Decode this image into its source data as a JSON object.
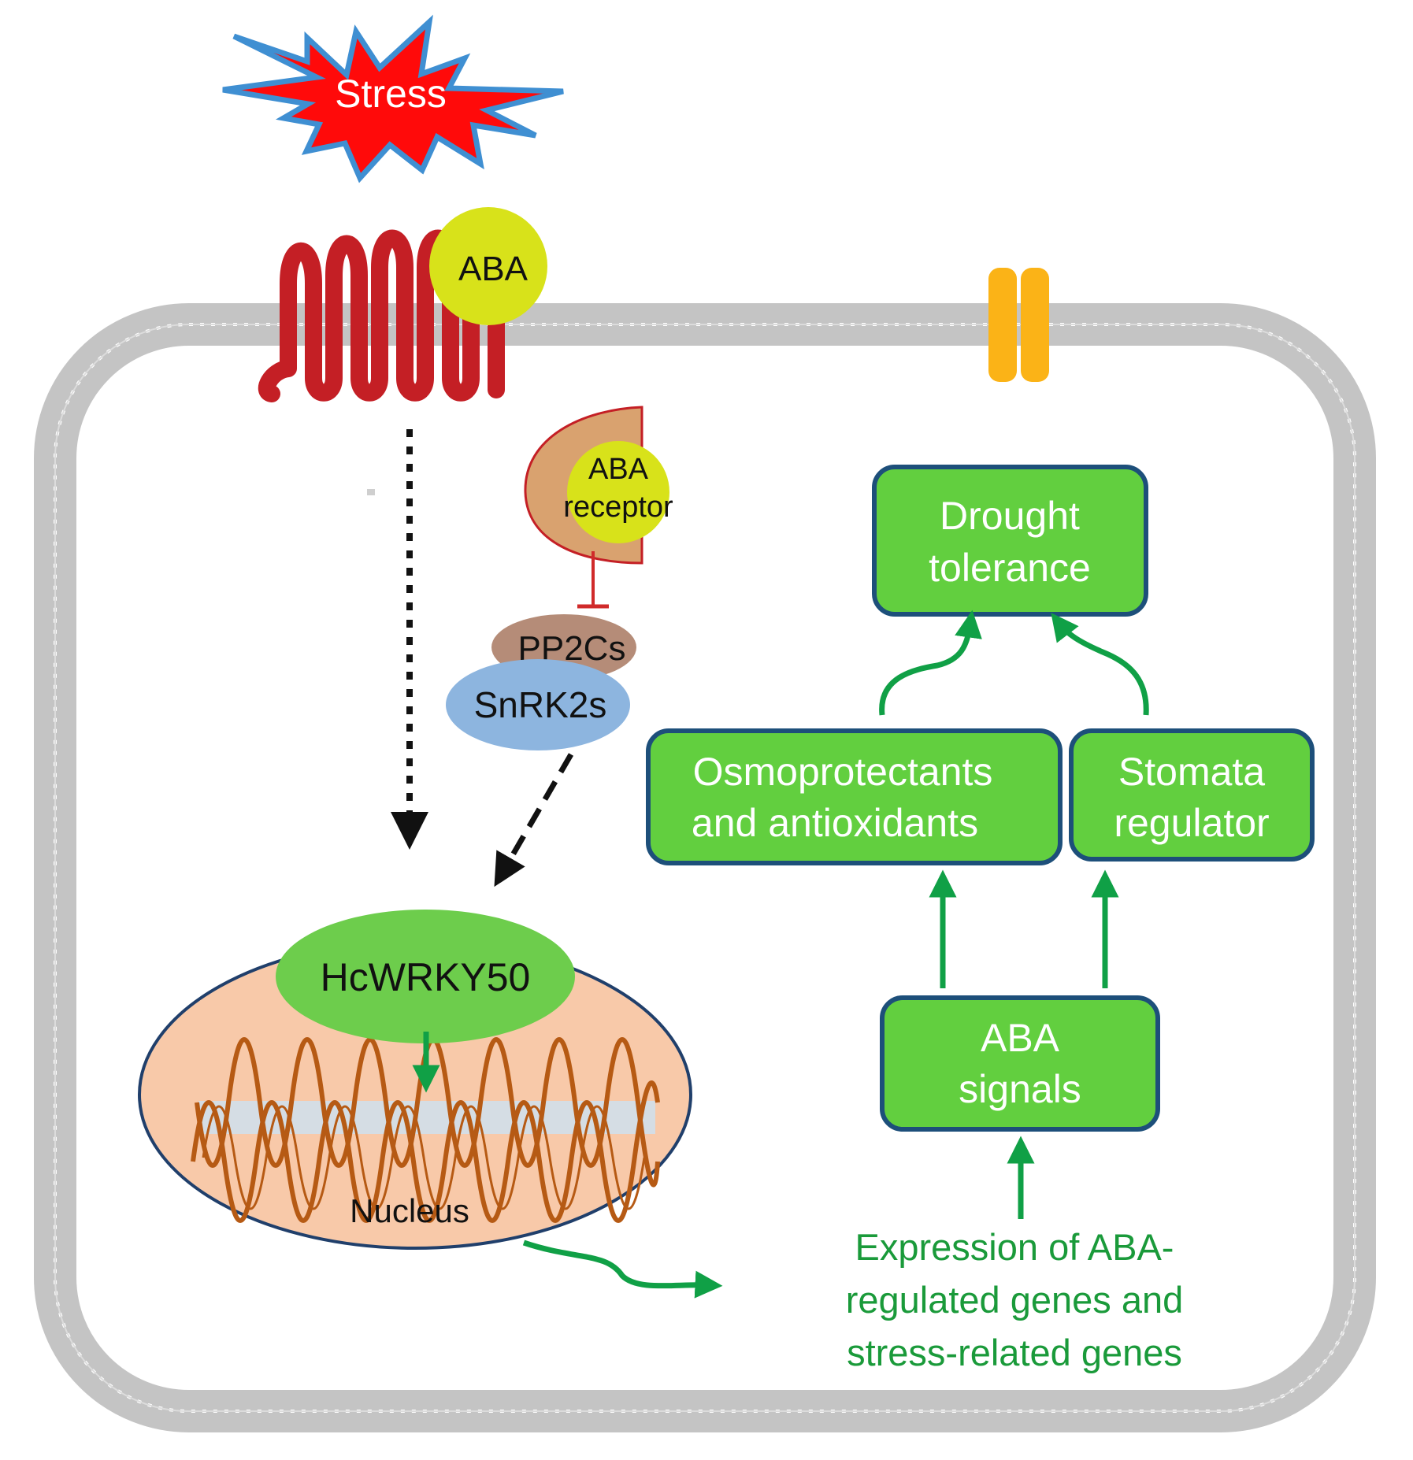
{
  "labels": {
    "stress": "Stress",
    "aba_ligand": "ABA",
    "aba_receptor_line1": "ABA",
    "aba_receptor_line2": "receptor",
    "pp2cs": "PP2Cs",
    "snrk2s": "SnRK2s",
    "hcwrky50": "HcWRKY50",
    "nucleus": "Nucleus",
    "drought_line1": "Drought",
    "drought_line2": "tolerance",
    "osmo_line1": "Osmoprotectants",
    "osmo_line2": "and  antioxidants",
    "stomata_line1": "Stomata",
    "stomata_line2": "regulator",
    "aba_signals_line1": "ABA",
    "aba_signals_line2": "signals",
    "expression_line1": "Expression of ABA-",
    "expression_line2": "regulated  genes and",
    "expression_line3": "stress-related genes"
  },
  "colors": {
    "green_box": "#62cf3f",
    "green_box_border": "#1d4f7a",
    "green_arrow": "#10a046",
    "green_text": "#1a9a3a",
    "stress_fill": "#ff0a0a",
    "stress_outline": "#3f8fd2",
    "receptor_red": "#c41f25",
    "aba_yellow": "#d8e21a",
    "channel_orange": "#fbb317",
    "membrane_gray": "#c4c4c4",
    "receptor_tan": "#d9a26f",
    "pp2cs_brown": "#b58c78",
    "snrk2s_blue": "#8db5df",
    "hcwrky50_green": "#6dcd4c",
    "nucleus_fill": "#f8c9a9",
    "nucleus_border": "#203f6b",
    "dna_brown": "#b65a14",
    "inhibition_red": "#d02a2a"
  }
}
